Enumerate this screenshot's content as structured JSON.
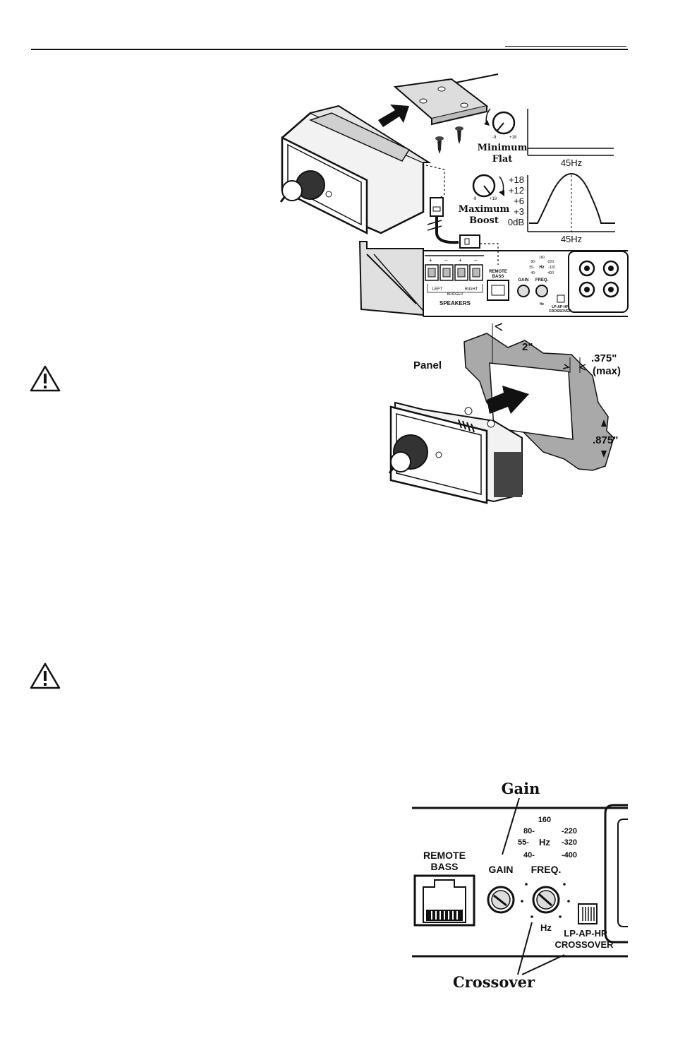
{
  "eq": {
    "min_label_1": "Minimum",
    "min_label_2": "Flat",
    "max_label_1": "Maximum",
    "max_label_2": "Boost",
    "knob_min": "-9",
    "knob_max": "+18",
    "db_ticks": [
      "+18",
      "+12",
      "+6",
      "+3",
      "0dB"
    ],
    "freq_label_top": "45Hz",
    "freq_label_bottom": "45Hz"
  },
  "amp_panel": {
    "speakers": "SPEAKERS",
    "left": "LEFT",
    "right": "RIGHT",
    "bridged": "BRIDGED",
    "remote_bass_1": "REMOTE",
    "remote_bass_2": "BASS",
    "gain": "GAIN",
    "freq": "FREQ.",
    "hz": "Hz",
    "crossover_small": "LP-AP-HP",
    "crossover_small_2": "CROSSOVER",
    "freq_ticks_small": [
      "160",
      "80-",
      "-220",
      "55-",
      "-320",
      "40-",
      "-400"
    ]
  },
  "mounting": {
    "panel": "Panel",
    "width": "2\"",
    "thickness": ".375\"",
    "thickness_note": "(max)",
    "depth": ".875\""
  },
  "detail": {
    "gain_title": "Gain",
    "crossover_title": "Crossover",
    "remote_1": "REMOTE",
    "remote_2": "BASS",
    "gain_knob": "GAIN",
    "freq_knob": "FREQ.",
    "hz_top": "Hz",
    "hz_bottom": "Hz",
    "t160": "160",
    "t80": "80-",
    "t220": "-220",
    "t55": "55-",
    "t320": "-320",
    "t40": "40-",
    "t400": "-400",
    "xover_1": "LP-AP-HP",
    "xover_2": "CROSSOVER"
  },
  "icons": [
    "warning-icon",
    "warning-icon"
  ]
}
